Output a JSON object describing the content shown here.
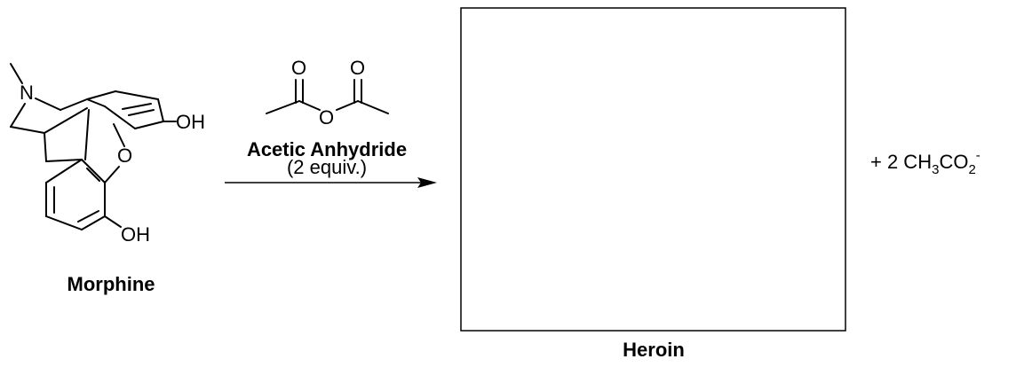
{
  "morphine": {
    "name": "Morphine",
    "atoms": {
      "n": "N",
      "oh_top": "OH",
      "o_ring": "O",
      "oh_bottom": "OH"
    }
  },
  "reagent": {
    "name": "Acetic Anhydride",
    "amount": "(2 equiv.)",
    "atoms": {
      "o_left": "O",
      "o_right": "O",
      "o_bridge": "O"
    }
  },
  "product": {
    "name": "Heroin"
  },
  "byproduct": {
    "prefix": "+ 2  CH",
    "sub1": "3",
    "mid": "CO",
    "sub2": "2",
    "charge": "-"
  }
}
